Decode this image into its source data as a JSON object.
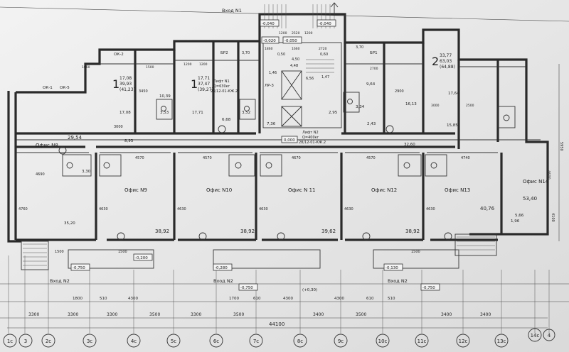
{
  "offices": [
    {
      "label": "Офис N8",
      "area": "29,54"
    },
    {
      "label": "Офис N9",
      "area": "38,92"
    },
    {
      "label": "Офис N10",
      "area": "38,92"
    },
    {
      "label": "Офис N 11",
      "area": "39,62"
    },
    {
      "label": "Офис N12",
      "area": "38,92"
    },
    {
      "label": "Офис N13",
      "area": "40,76"
    },
    {
      "label": "Офис N14",
      "area": "53,40"
    }
  ],
  "apartments": [
    {
      "number": "1",
      "a1": "17,08",
      "a2": "39,93",
      "a3": "(41,23)"
    },
    {
      "number": "1",
      "a1": "17,71",
      "a2": "37,47",
      "a3": "(39,27)"
    },
    {
      "number": "2",
      "a1": "33,77",
      "a2": "63,03",
      "a3": "(64,88)"
    }
  ],
  "room_areas": [
    "17,08",
    "17,71",
    "10,39",
    "3,53",
    "3,52",
    "6,68",
    "7,36",
    "8,93",
    "9,64",
    "2,95",
    "3,34",
    "2,43",
    "16,13",
    "17,64",
    "15,85",
    "32,60",
    "35,20",
    "5,66",
    "1,96",
    "3,30"
  ],
  "entrances": {
    "top": "Вход N1",
    "bottom_left": "Вход N2",
    "bottom_mid": "Вход N2",
    "bottom_right": "Вход N2"
  },
  "lifts": {
    "lift1": {
      "name": "Лифт N1",
      "capacity": "Q=630кг",
      "code": "28/12-01-КЖ.2"
    },
    "lift2": {
      "name": "Лифт N2",
      "capacity": "Q=400кг",
      "code": "28/12-01-КЖ.2"
    }
  },
  "elevations": [
    "-0,040",
    "-0,020",
    "0,000",
    "-0,050",
    "-0,750",
    "-0,280",
    "-0,130",
    "-0,200",
    "-0,040",
    "-0,750",
    "-0,750"
  ],
  "tags": [
    "ОК-2",
    "ОК-1",
    "ОК-5",
    "БР2",
    "БР1",
    "ЛР-3"
  ],
  "dims_top": [
    "1060",
    "1500",
    "1200",
    "1200",
    "1860",
    "1200",
    "2520",
    "1200",
    "1660",
    "2720",
    "2700",
    "3000",
    "2500"
  ],
  "dims_internal": [
    "4690",
    "4570",
    "4570",
    "4670",
    "4570",
    "4740",
    "4760",
    "4630",
    "4630",
    "4630",
    "4630",
    "4630",
    "3000",
    "2900",
    "3450",
    "1500",
    "1500",
    "1500"
  ],
  "dims_bottom_row1": [
    "1800",
    "510",
    "4300",
    "1700",
    "610",
    "4300",
    "4300",
    "610",
    "510"
  ],
  "dims_bottom_row2": [
    "3300",
    "3300",
    "3300",
    "3500",
    "3300",
    "3500",
    "3400",
    "3500",
    "3400",
    "3400"
  ],
  "overall": "44100",
  "axes": [
    "1с",
    "3",
    "2с",
    "3с",
    "4с",
    "5с",
    "6с",
    "7с",
    "8с",
    "9с",
    "10с",
    "11с",
    "12с",
    "13с",
    "14с",
    "4"
  ],
  "side_marks": [
    "5950",
    "4600",
    "4100"
  ],
  "top_marks": [
    "3,70",
    "3,70",
    "1,46",
    "1,47",
    "4,50",
    "6,56",
    "4,48",
    "0,50",
    "0,60"
  ],
  "note": "(+0,30)"
}
